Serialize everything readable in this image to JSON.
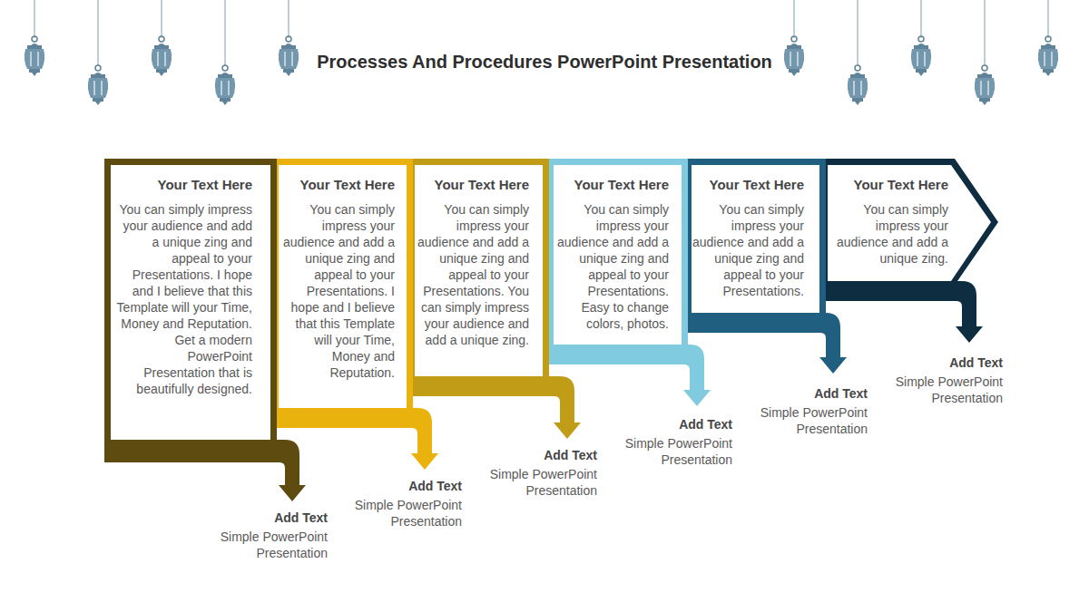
{
  "diagram": {
    "title": "Processes And Procedures PowerPoint Presentation",
    "nodes": [
      {
        "text": [
          "Your Text Here",
          "You can simply impress your audience and add a unique zing and appeal to your Presentations. I hope and I believe that this Template will your Time, Money and Reputation. Get a modern PowerPoint Presentation that is beautifully designed."
        ]
      },
      {
        "text": [
          "Your Text Here",
          "You can simply impress your audience and add a unique zing and appeal to your Presentations. I hope and I believe that this Template will your Time, Money and Reputation."
        ]
      },
      {
        "text": [
          "Your Text Here",
          "You can simply impress your audience and add a unique zing and appeal to your Presentations. You can simply impress your audience and add a unique zing."
        ]
      },
      {
        "text": [
          "Your Text Here",
          "You can simply impress your audience and add a unique zing and appeal to your Presentations. Easy to change colors, photos."
        ]
      },
      {
        "text": [
          "Your Text Here",
          "You can simply impress your audience and add a unique zing and appeal to your Presentations."
        ]
      },
      {
        "text": [
          "Your Text Here",
          "You can simply impress your audience and add a unique zing."
        ]
      }
    ],
    "labels": [
      "Add Text",
      "Simple PowerPoint Presentation",
      "Add Text",
      "Simple PowerPoint Presentation",
      "Add Text",
      "Simple PowerPoint Presentation",
      "Add Text",
      "Simple PowerPoint Presentation",
      "Add Text",
      "Simple PowerPoint Presentation",
      "Add Text",
      "Simple PowerPoint Presentation"
    ]
  }
}
